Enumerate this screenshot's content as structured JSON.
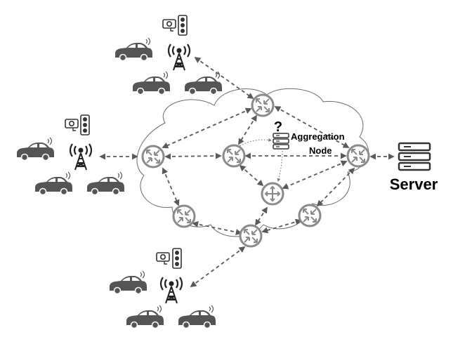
{
  "labels": {
    "aggregation_line1": "Aggregation",
    "aggregation_line2": "Node",
    "server": "Server",
    "question_mark": "?"
  },
  "colors": {
    "ink": "#5a5a5a",
    "node_stroke": "#8a8a8a",
    "node_fill": "#ffffff",
    "cloud_stroke": "#6a6a6a"
  },
  "icons": {
    "car": "car-icon",
    "tower": "cell-tower-icon",
    "camera": "camera-icon",
    "traffic_light": "traffic-light-icon",
    "router": "router-icon",
    "aggregation_router": "aggregation-router-icon",
    "server": "server-icon"
  }
}
